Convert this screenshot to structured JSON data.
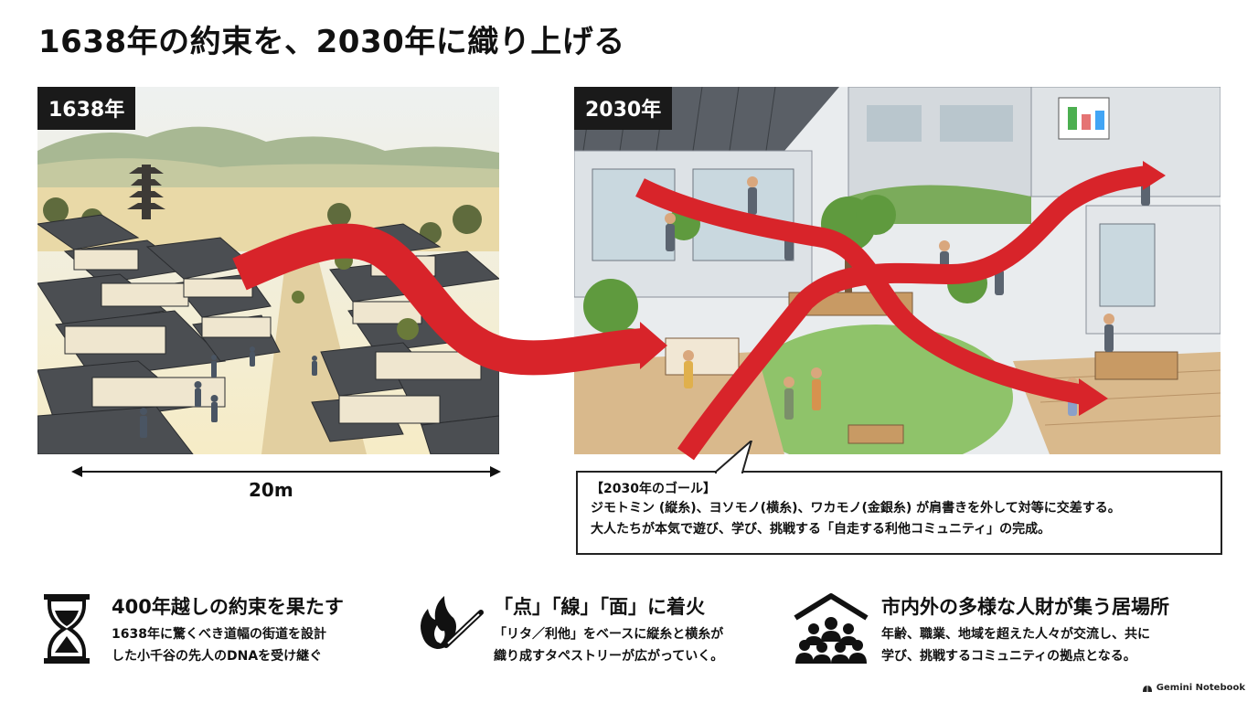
{
  "title": "1638年の約束を、2030年に織り上げる",
  "panels": {
    "left": {
      "year": "1638年"
    },
    "right": {
      "year": "2030年"
    }
  },
  "measure": {
    "label": "20m"
  },
  "callout": {
    "heading": "【2030年のゴール】",
    "line1": "ジモトミン (縦糸)、ヨソモノ(横糸)、ワカモノ(金銀糸) が肩書きを外して対等に交差する。",
    "line2": "大人たちが本気で遊び、学び、挑戦する「自走する利他コミュニティ」の完成。"
  },
  "features": [
    {
      "icon": "hourglass-icon",
      "title": "400年越しの約束を果たす",
      "line1": "1638年に驚くべき道幅の街道を設計",
      "line2": "した小千谷の先人のDNAを受け継ぐ"
    },
    {
      "icon": "match-fire-icon",
      "title": "「点」「線」「面」に着火",
      "line1": "「リタ／利他」をベースに縦糸と横糸が",
      "line2": "織り成すタペストリーが広がっていく。"
    },
    {
      "icon": "community-house-icon",
      "title": "市内外の多様な人財が集う居場所",
      "line1": "年齢、職業、地域を超えた人々が交流し、共に",
      "line2": "学び、挑戦するコミュニティの拠点となる。"
    }
  ],
  "brand": {
    "name": "Gemini Notebook",
    "icon": "gemini-logo-icon"
  },
  "colors": {
    "ribbon": "#d8242a",
    "ink": "#111111",
    "sky": "#f3edd2"
  }
}
